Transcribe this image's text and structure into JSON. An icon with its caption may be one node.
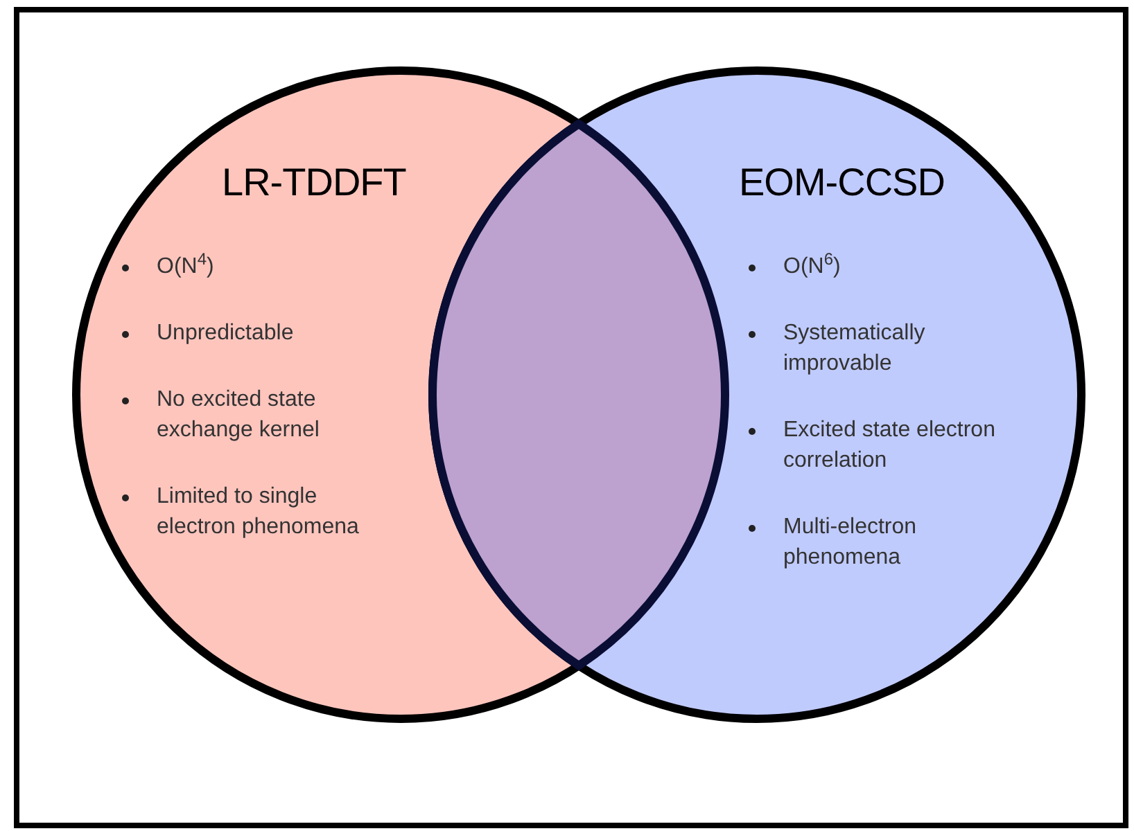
{
  "diagram": {
    "nodes": [
      {
        "text": [
          "LR-TDDFT",
          "O(N$^{4}$)",
          "Unpredictable",
          "No excited state exchange kernel",
          "Limited to single electron phenomena"
        ]
      },
      {
        "text": [
          "EOM-CCSD",
          "O(N$^{6}$)",
          "Systematically improvable",
          "Excited state electron correlation",
          "Multi-electron phenomena"
        ]
      }
    ]
  }
}
